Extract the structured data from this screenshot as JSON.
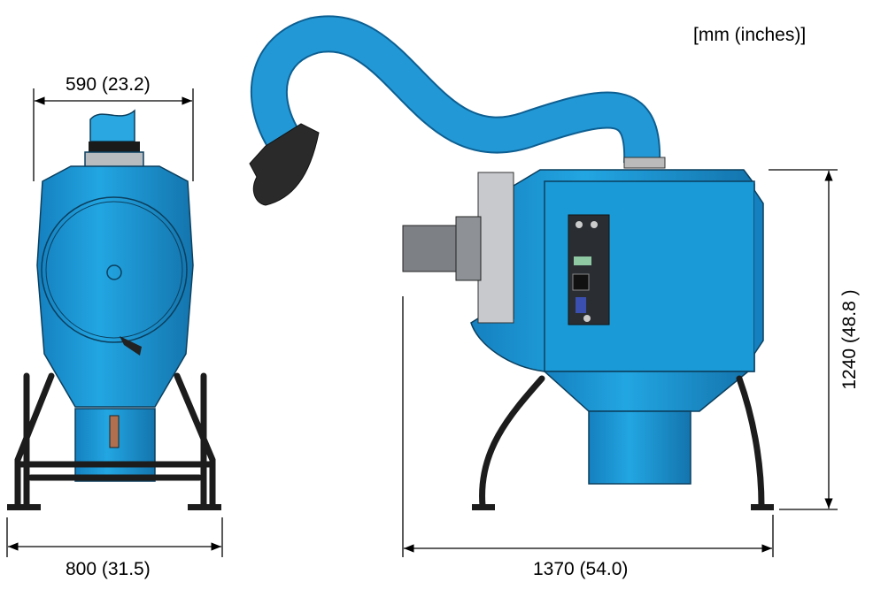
{
  "units_label": "[mm (inches)]",
  "dimensions": {
    "top_width": "590 (23.2)",
    "front_width": "800 (31.5)",
    "side_length": "1370 (54.0)",
    "height": "1240 (48.8 )"
  },
  "colors": {
    "body_blue": "#1b9ad8",
    "dark_blue": "#1474ad",
    "frame_black": "#1c1c1c",
    "panel": "#2a2e33"
  }
}
